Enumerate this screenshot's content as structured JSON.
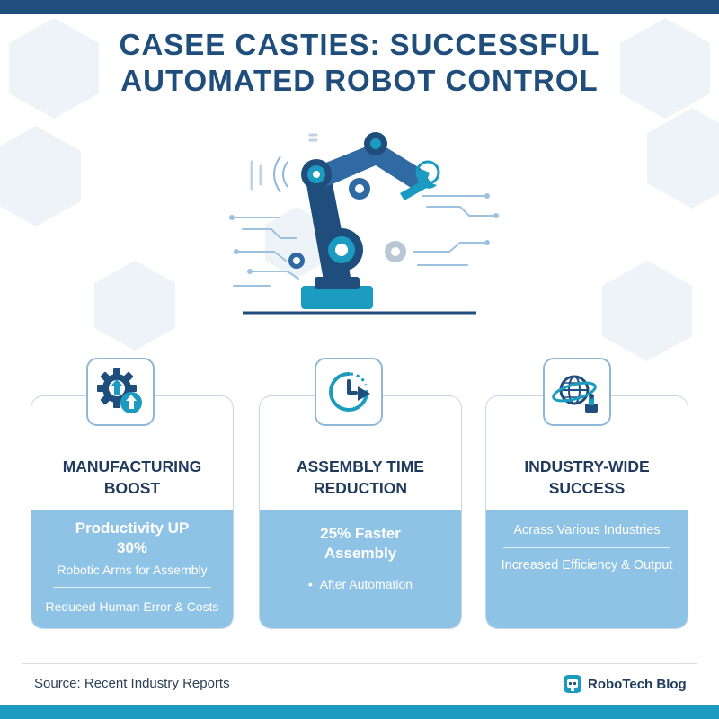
{
  "title": {
    "line1": "CASEE CASTIES: SUCCESSFUL",
    "line2": "AUTOMATED ROBOT CONTROL"
  },
  "colors": {
    "primary": "#1f4e7d",
    "accent": "#1a9bbf",
    "card_body": "#8ec3e6"
  },
  "hero": {
    "icon": "robot-arm-illustration"
  },
  "cards": [
    {
      "icon": "gear-arrows-up-icon",
      "title_line1": "MANUFACTURING",
      "title_line2": "BOOST",
      "highlight_line1": "Productivity UP",
      "highlight_line2": "30%",
      "detail": "Robotic Arms for Assembly",
      "note": "Reduced Human Error & Costs"
    },
    {
      "icon": "clock-play-icon",
      "title_line1": "ASSEMBLY TIME",
      "title_line2": "REDUCTION",
      "highlight_line1": "25% Faster",
      "highlight_line2": "Assembly",
      "bullet": "•",
      "detail": "After Automation"
    },
    {
      "icon": "globe-robot-icon",
      "title_line1": "INDUSTRY-WIDE",
      "title_line2": "SUCCESS",
      "detail": "Acrass Various Industries",
      "note": "Increased Efficiency & Output"
    }
  ],
  "footer": {
    "source": "Source: Recent Industry Reports",
    "brand": "RoboTech Blog",
    "brand_icon": "robot-logo-icon"
  }
}
